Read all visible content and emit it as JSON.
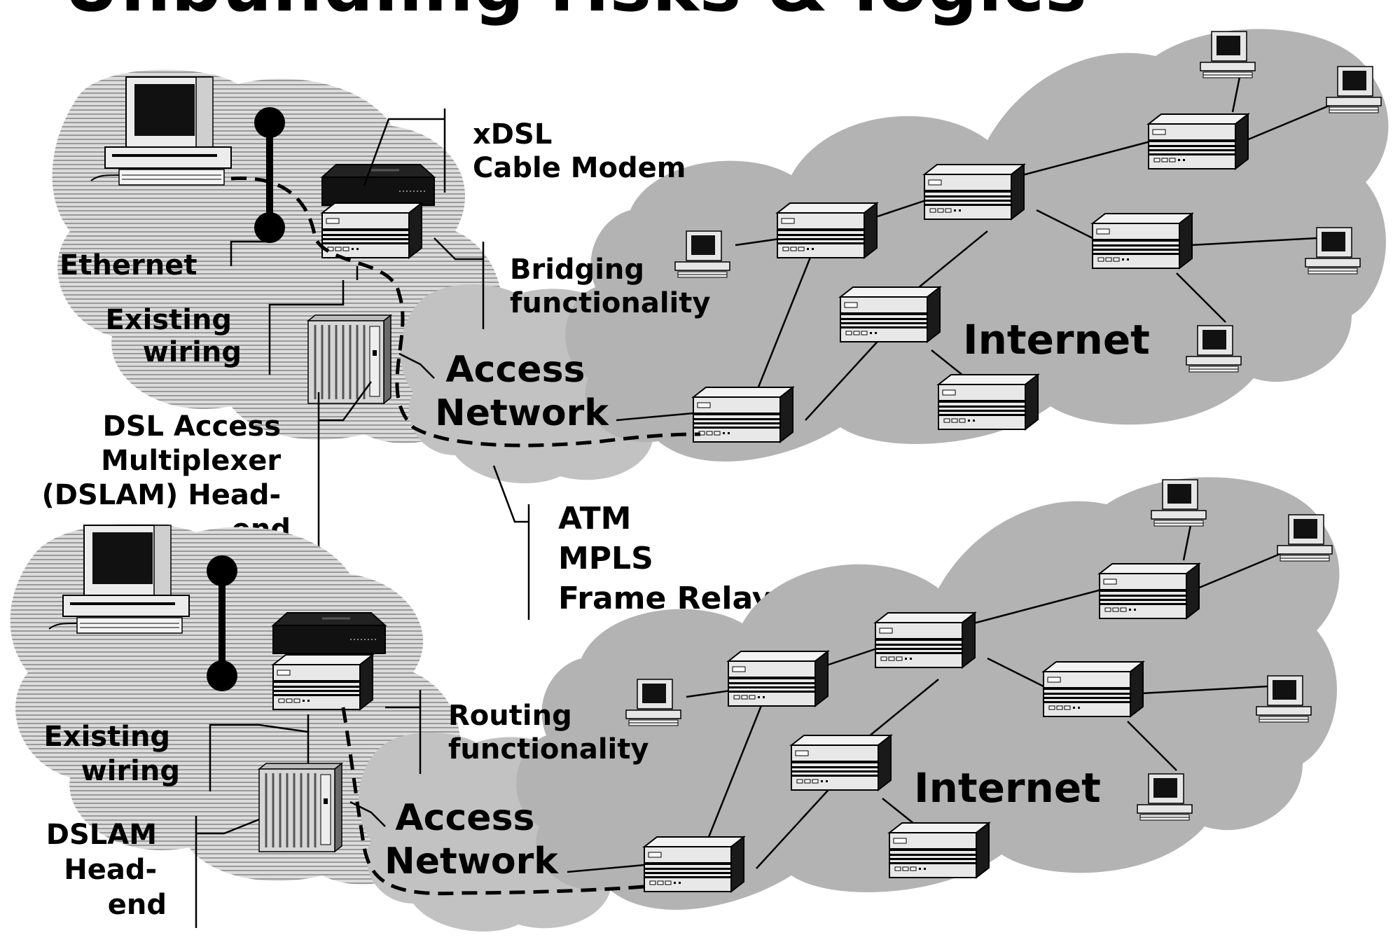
{
  "title": "Unbundling risks & logics",
  "top": {
    "ethernet": "Ethernet",
    "existing_wiring": [
      "Existing",
      "wiring"
    ],
    "modem": [
      "xDSL",
      "Cable Modem"
    ],
    "bridging": [
      "Bridging",
      "functionality"
    ],
    "access_network": [
      "Access",
      "Network"
    ],
    "dslam": [
      "DSL Access",
      "Multiplexer",
      "(DSLAM) Head-",
      "end"
    ],
    "internet": "Internet"
  },
  "transport": [
    "ATM",
    "MPLS",
    "Frame Relay"
  ],
  "bottom": {
    "existing_wiring": [
      "Existing",
      "wiring"
    ],
    "routing": [
      "Routing",
      "functionality"
    ],
    "access_network": [
      "Access",
      "Network"
    ],
    "dslam": [
      "DSLAM",
      "Head-",
      "end"
    ],
    "internet": "Internet"
  }
}
